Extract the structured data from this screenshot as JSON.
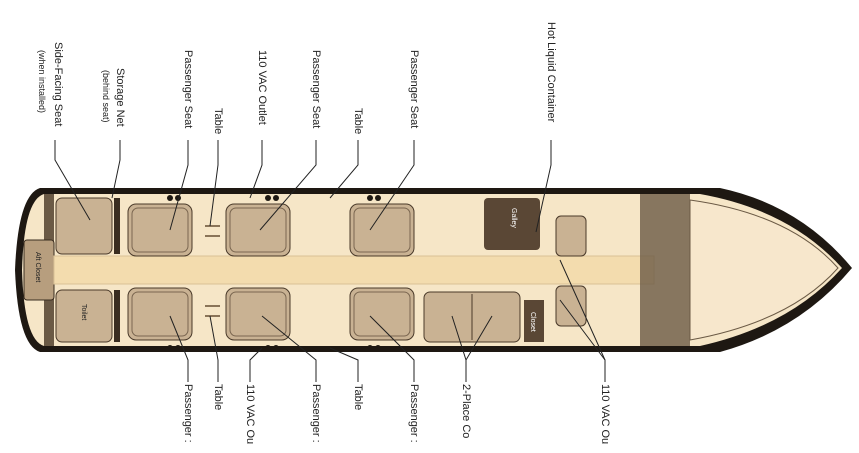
{
  "colors": {
    "hull": "#1e1812",
    "cabin_floor": "#f6e6c7",
    "aisle": "#f3dcae",
    "seat_fill": "#c9b293",
    "seat_dark": "#4a3a2a",
    "galley": "#5a4735",
    "nose_fill": "#f7e7cc",
    "nose_ring": "#6b5a45"
  },
  "top_labels": [
    {
      "id": "side-facing-seat",
      "text": "Side-Facing Seat",
      "sub": "(when installed)"
    },
    {
      "id": "storage-net",
      "text": "Storage Net",
      "sub": "(behind seat)"
    },
    {
      "id": "passenger-seat-1",
      "text": "Passenger Seat",
      "sub": ""
    },
    {
      "id": "table-1",
      "text": "Table",
      "sub": ""
    },
    {
      "id": "vac-outlet-1",
      "text": "110 VAC Outlet",
      "sub": ""
    },
    {
      "id": "passenger-seat-2",
      "text": "Passenger Seat",
      "sub": ""
    },
    {
      "id": "table-2",
      "text": "Table",
      "sub": ""
    },
    {
      "id": "passenger-seat-3",
      "text": "Passenger Seat",
      "sub": ""
    },
    {
      "id": "hot-liquid-container",
      "text": "Hot Liquid Container",
      "sub": ""
    }
  ],
  "bottom_labels": [
    {
      "id": "passenger-bottom-1",
      "text": "Passenger :"
    },
    {
      "id": "table-bottom-1",
      "text": "Table"
    },
    {
      "id": "vac-bottom-1",
      "text": "110 VAC Ou"
    },
    {
      "id": "passenger-bottom-2",
      "text": "Passenger :"
    },
    {
      "id": "table-bottom-2",
      "text": "Table"
    },
    {
      "id": "passenger-bottom-3",
      "text": "Passenger :"
    },
    {
      "id": "two-place-couch",
      "text": "2-Place Co"
    },
    {
      "id": "vac-bottom-2",
      "text": "110 VAC Ou"
    }
  ],
  "cabin_text": {
    "aft_closet": "Aft Closet",
    "toilet": "Toilet",
    "galley": "Galley",
    "closet": "Closet"
  }
}
